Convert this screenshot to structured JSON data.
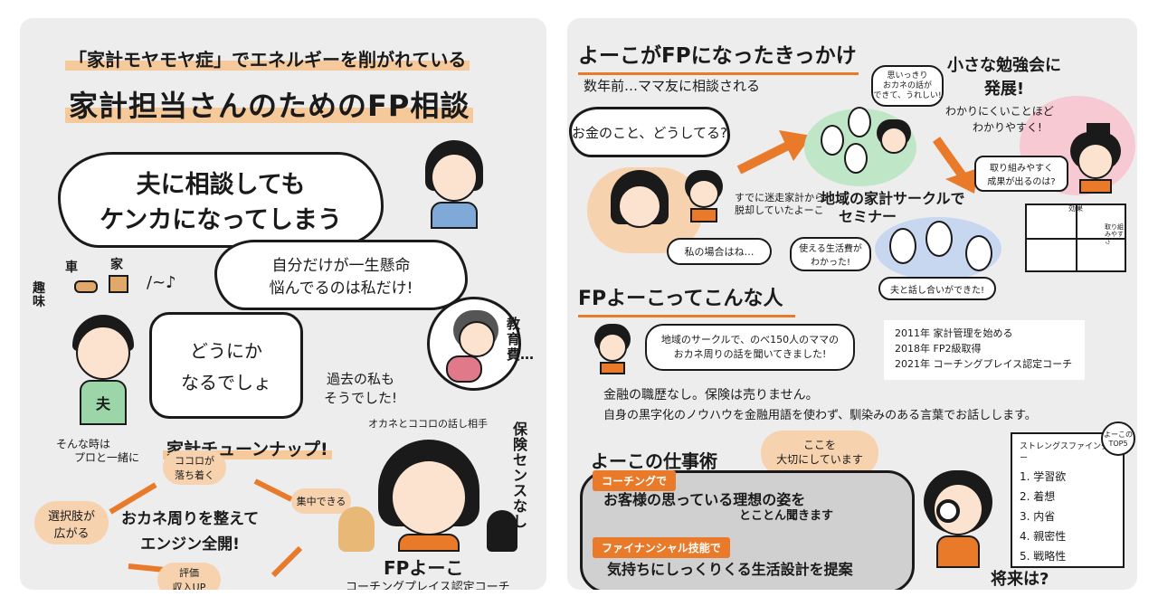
{
  "left": {
    "title_line1": "「家計モヤモヤ症」でエネルギーを削がれている",
    "title_line2": "家計担当さんのためのFP相談",
    "cloud_main_1": "夫に相談しても",
    "cloud_main_2": "ケンカになってしまう",
    "cloud2_1": "自分だけが一生懸命",
    "cloud2_2": "悩んでるのは私だけ!",
    "husband_bubble_1": "どうにか",
    "husband_bubble_2": "なるでしょ",
    "husband_shirt": "夫",
    "past_me_1": "過去の私も",
    "past_me_2": "そうでした!",
    "education": "教育費…",
    "insurance": "保険センスなし",
    "things": [
      "趣味",
      "車",
      "家"
    ],
    "hum": "/~♪",
    "sonna_1": "そんな時は",
    "sonna_2": "プロと一緒に",
    "tuneup": "家計チューンナップ!",
    "cycle_top_1": "ココロが",
    "cycle_top_2": "落ち着く",
    "cycle_right": "集中できる",
    "cycle_bottom_1": "評価",
    "cycle_bottom_2": "収入UP",
    "cycle_left_1": "選択肢が",
    "cycle_left_2": "広がる",
    "cycle_center_1": "おカネ周りを整えて",
    "cycle_center_2": "エンジン全開!",
    "partner": "オカネとココロの話し相手",
    "fp_name": "FPよーこ",
    "fp_cert": "コーチングプレイス認定コーチ"
  },
  "right": {
    "h1": "よーこがFPになったきっかけ",
    "years_ago": "数年前…ママ友に相談される",
    "money_q": "お金のこと、どうしてる?",
    "escape_1": "すでに迷走家計から",
    "escape_2": "脱却していたよーこ",
    "my_case": "私の場合はね…",
    "happy_1": "思いっきり",
    "happy_2": "おカネの話が",
    "happy_3": "できて、うれしい!",
    "circle_1": "地域の家計サークルで",
    "circle_2": "セミナー",
    "usable_1": "使える生活費が",
    "usable_2": "わかった!",
    "talk_husband": "夫と話し合いができた!",
    "study_1": "小さな勉強会に",
    "study_2": "発展!",
    "hard_1": "わかりにくいことほど",
    "hard_2": "わかりやすく!",
    "results_1": "取り組みやすく",
    "results_2": "成果が出るのは?",
    "chart_effect": "効果",
    "chart_ease": "取り組みやすさ",
    "h2": "FPよーこってこんな人",
    "circle_talk_1": "地域のサークルで、のべ150人のママの",
    "circle_talk_2": "おカネ周りの話を聞いてきました!",
    "history": [
      "2011年 家計管理を始める",
      "2018年 FP2級取得",
      "2021年 コーチングプレイス認定コーチ"
    ],
    "no_finance": "金融の職歴なし。保険は売りません。",
    "method": "自身の黒字化のノウハウを金融用語を使わず、馴染みのある言葉でお話しします。",
    "h3": "よーこの仕事術",
    "important_1": "ここを",
    "important_2": "大切にしています",
    "tag_coaching": "コーチングで",
    "coaching_text_1": "お客様の思っている理想の姿を",
    "coaching_text_2": "とことん聞きます",
    "tag_finance": "ファイナンシャル技能で",
    "finance_text": "気持ちにしっくりくる生活設計を提案",
    "strengths_title": "ストレングスファインダー",
    "strengths_badge_1": "よーこの",
    "strengths_badge_2": "TOP5",
    "strengths": [
      "1. 学習欲",
      "2. 着想",
      "3. 内省",
      "4. 親密性",
      "5. 戦略性"
    ],
    "future": "将来は?"
  },
  "colors": {
    "orange": "#e87a2a",
    "highlight": "#f6c99a",
    "panel": "#ededed",
    "green": "#bfe6c6",
    "pink": "#f6c9d3",
    "blue": "#c8d7f0"
  }
}
